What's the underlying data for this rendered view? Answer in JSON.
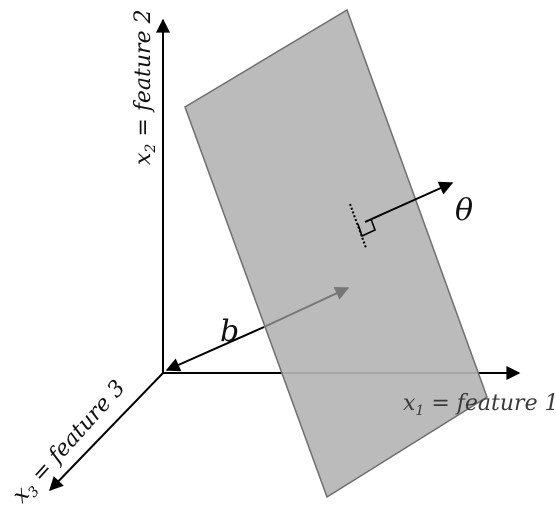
{
  "diagram": {
    "axes": {
      "x1": {
        "var": "x",
        "sub": "1",
        "text": " = feature 1"
      },
      "x2": {
        "var": "x",
        "sub": "2",
        "text": " = feature 2"
      },
      "x3": {
        "var": "x",
        "sub": "3",
        "text": " = feature 3"
      }
    },
    "labels": {
      "theta": "θ",
      "b": "b"
    },
    "colors": {
      "plane_fill": "#b5b5b5",
      "plane_stroke": "#6f6f6f",
      "axis": "#000000",
      "offset_arrow_inside": "#777777"
    }
  }
}
